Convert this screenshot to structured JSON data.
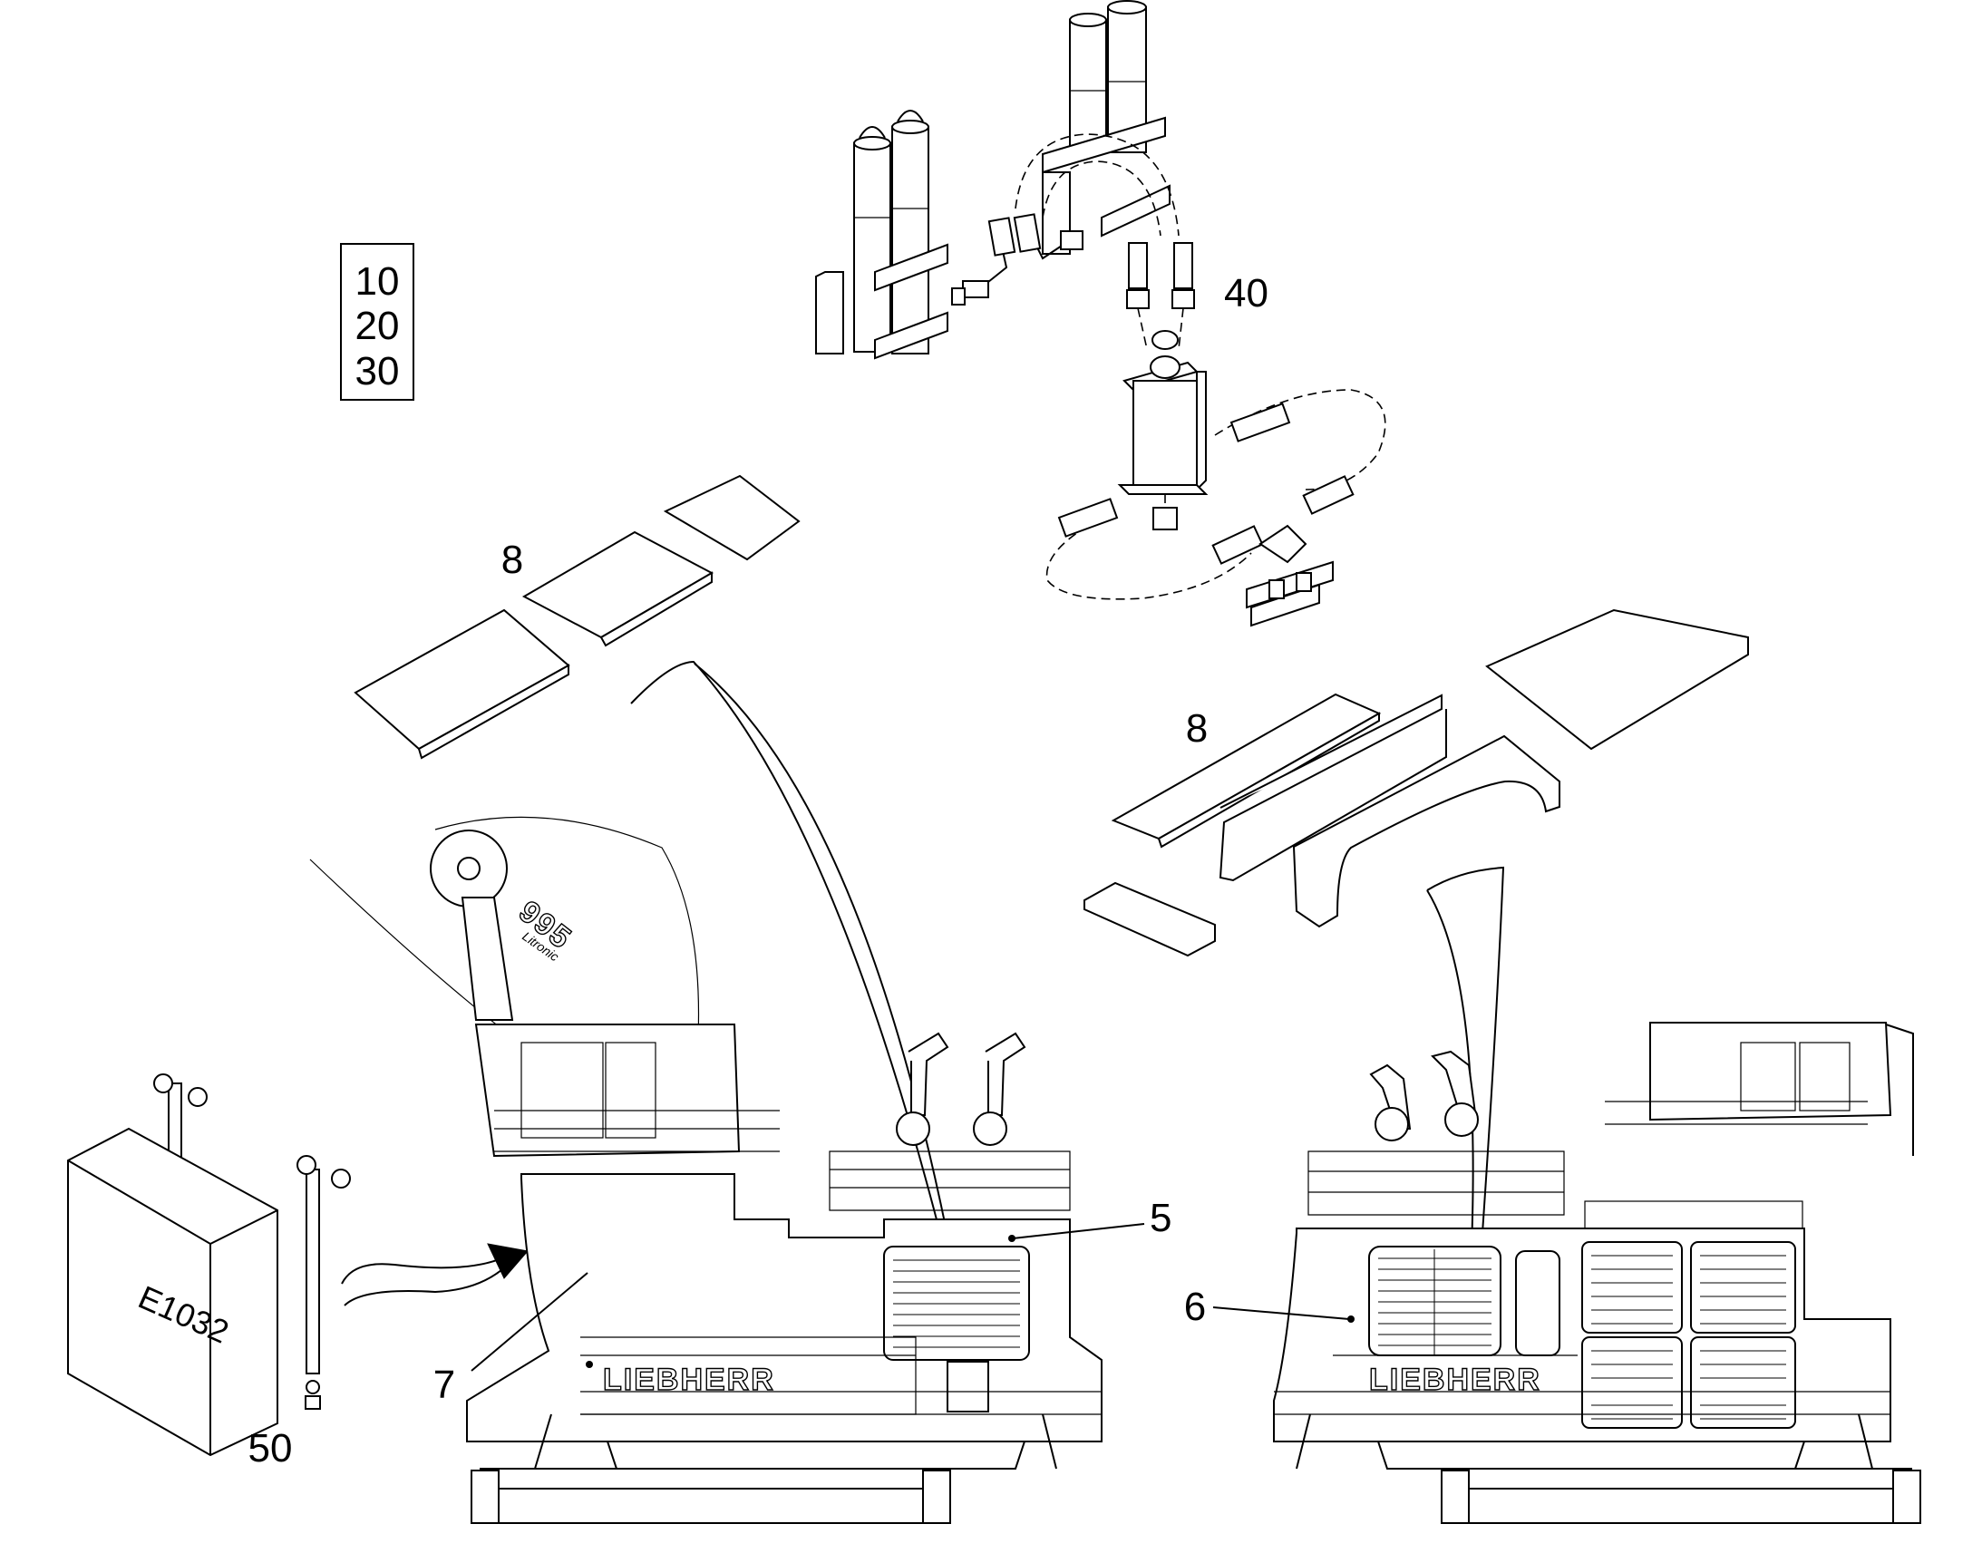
{
  "index_box": {
    "numbers": [
      "10",
      "20",
      "30"
    ]
  },
  "callouts": {
    "c40": "40",
    "c8_left": "8",
    "c8_right": "8",
    "c5": "5",
    "c6": "6",
    "c7": "7",
    "c50": "50"
  },
  "markings": {
    "model_number": "995",
    "model_script": "Litronic",
    "brand_left": "LIEBHERR",
    "brand_right": "LIEBHERR",
    "box_label": "E1032"
  }
}
